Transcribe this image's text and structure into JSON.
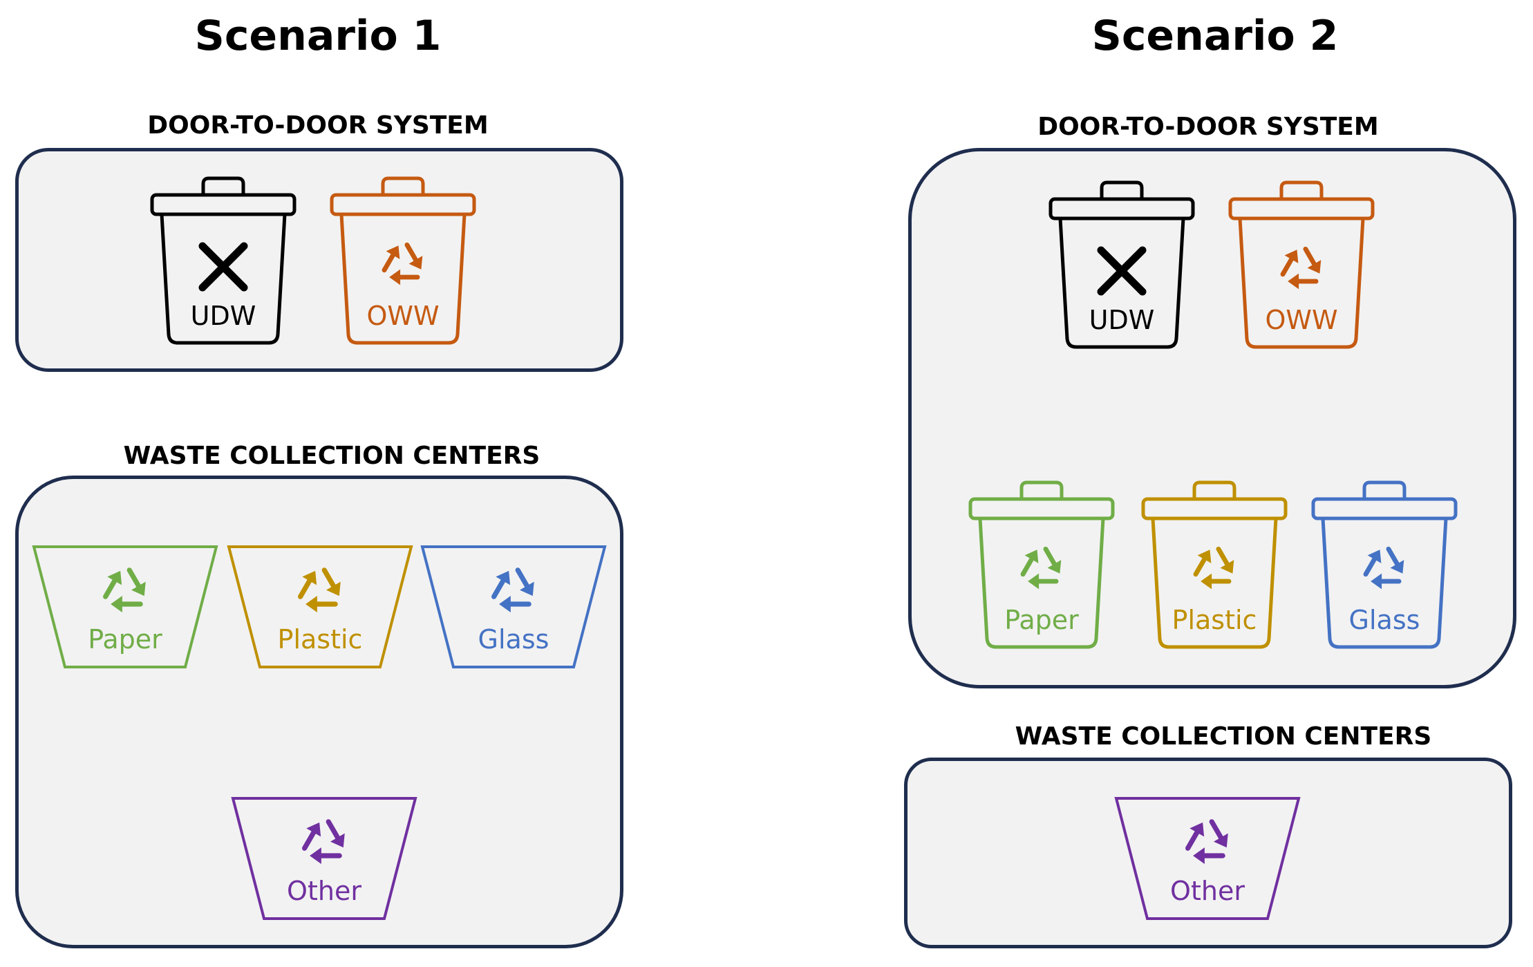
{
  "scenario1": {
    "title": "Scenario 1",
    "door_to_door": {
      "label": "DOOR-TO-DOOR SYSTEM",
      "bins": [
        {
          "label": "UDW",
          "color": "#000000",
          "icon": "cross-icon"
        },
        {
          "label": "OWW",
          "color": "#c55a11",
          "icon": "recycle-icon"
        }
      ]
    },
    "collection_centers": {
      "label": "WASTE COLLECTION CENTERS",
      "containers": [
        {
          "label": "Paper",
          "color": "#70ad47",
          "icon": "recycle-icon"
        },
        {
          "label": "Plastic",
          "color": "#bf9000",
          "icon": "recycle-icon"
        },
        {
          "label": "Glass",
          "color": "#4472c4",
          "icon": "recycle-icon"
        },
        {
          "label": "Other",
          "color": "#7030a0",
          "icon": "recycle-icon"
        }
      ]
    }
  },
  "scenario2": {
    "title": "Scenario 2",
    "door_to_door": {
      "label": "DOOR-TO-DOOR SYSTEM",
      "bins": [
        {
          "label": "UDW",
          "color": "#000000",
          "icon": "cross-icon"
        },
        {
          "label": "OWW",
          "color": "#c55a11",
          "icon": "recycle-icon"
        },
        {
          "label": "Paper",
          "color": "#70ad47",
          "icon": "recycle-icon"
        },
        {
          "label": "Plastic",
          "color": "#bf9000",
          "icon": "recycle-icon"
        },
        {
          "label": "Glass",
          "color": "#4472c4",
          "icon": "recycle-icon"
        }
      ]
    },
    "collection_centers": {
      "label": "WASTE COLLECTION CENTERS",
      "containers": [
        {
          "label": "Other",
          "color": "#7030a0",
          "icon": "recycle-icon"
        }
      ]
    }
  }
}
